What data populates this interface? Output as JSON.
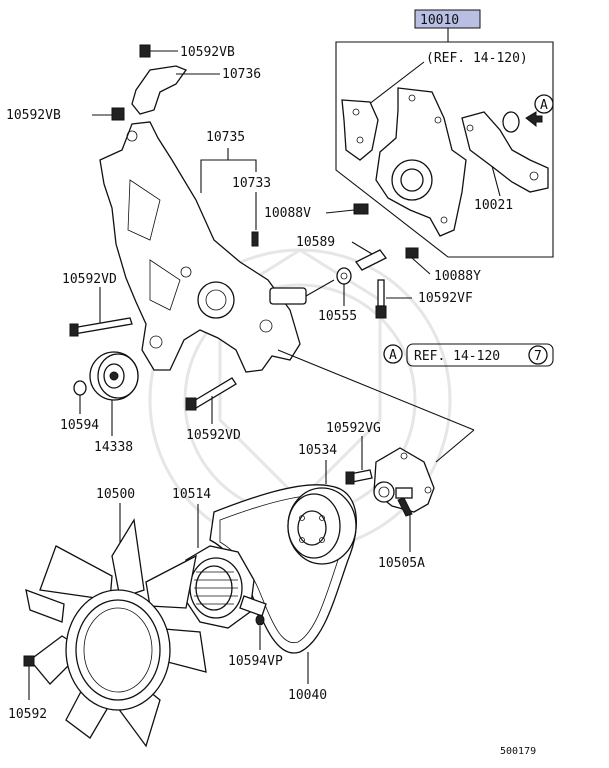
{
  "labels": {
    "p10010": "10010",
    "p10592VB_top": "10592VB",
    "p10736": "10736",
    "p10592VB_left": "10592VB",
    "p10735": "10735",
    "p10733": "10733",
    "p10088V": "10088V",
    "p10589": "10589",
    "p10088Y": "10088Y",
    "p10592VF": "10592VF",
    "p10555": "10555",
    "p10592VD_left": "10592VD",
    "p10594": "10594",
    "p14338": "14338",
    "p10592VD_mid": "10592VD",
    "p10592VG": "10592VG",
    "p10534": "10534",
    "p10500": "10500",
    "p10514": "10514",
    "p10505A": "10505A",
    "p10594VP": "10594VP",
    "p10040": "10040",
    "p10592": "10592",
    "p10021": "10021"
  },
  "refs": {
    "ref_box": "(REF. 14-120)",
    "ref_bottom_prefix": "REF. 14-120",
    "ref_bottom_circle": "7",
    "callout_a_top": "A",
    "callout_a_bottom": "A"
  },
  "diagram_id": "500179",
  "colors": {
    "highlight": "#b9bfe3",
    "ink": "#111111"
  }
}
